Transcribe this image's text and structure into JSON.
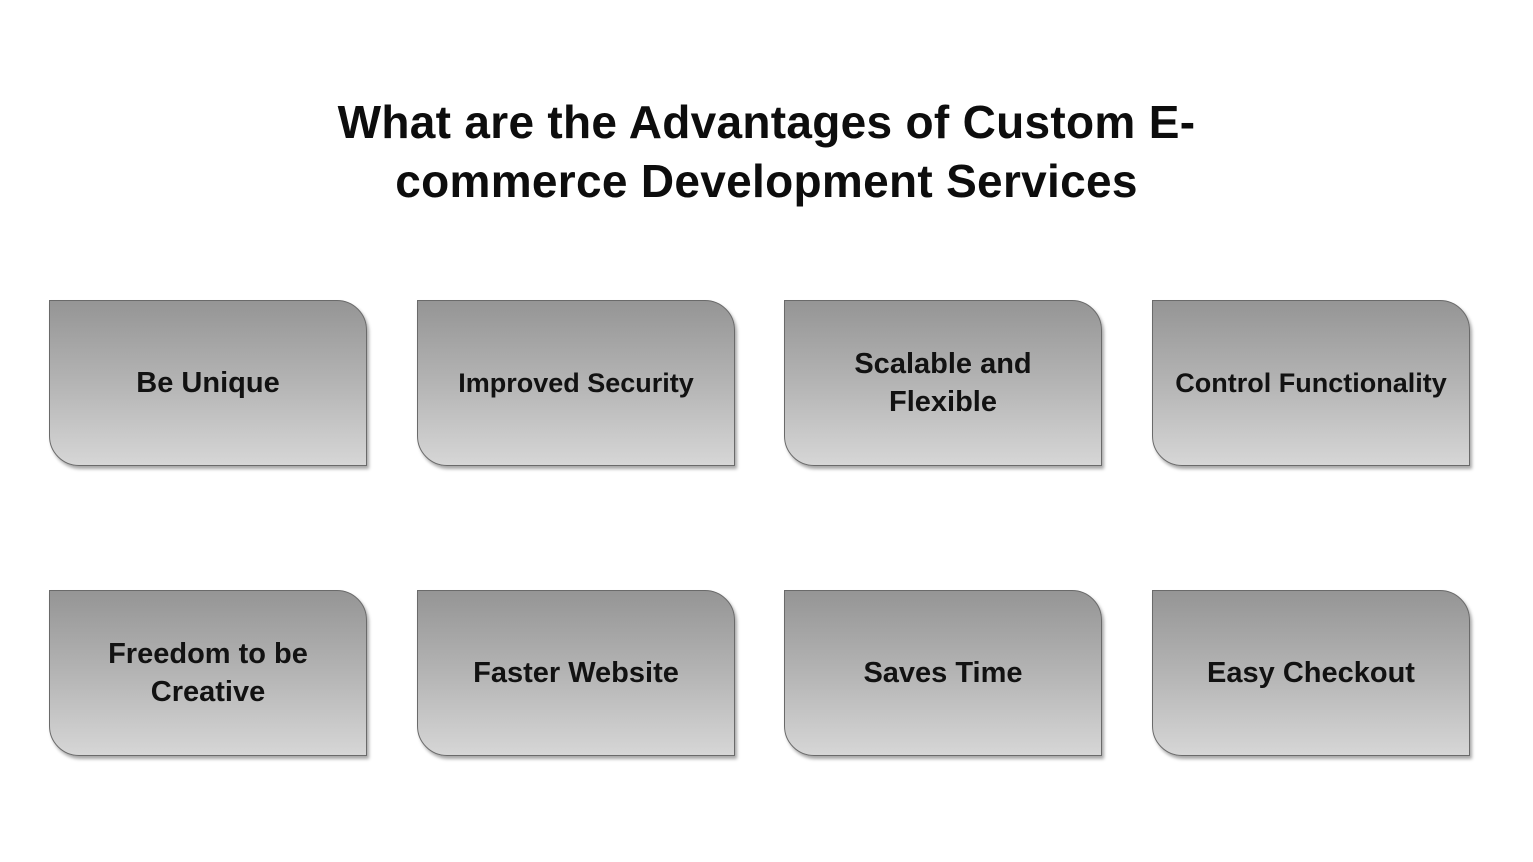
{
  "title": {
    "line1": "What are the Advantages of Custom E-",
    "line2": "commerce Development Services"
  },
  "cards": [
    {
      "label": "Be Unique"
    },
    {
      "label": "Improved Security"
    },
    {
      "label": "Scalable and Flexible"
    },
    {
      "label": "Control Functionality"
    },
    {
      "label": "Freedom to be Creative"
    },
    {
      "label": "Faster Website"
    },
    {
      "label": "Saves Time"
    },
    {
      "label": "Easy Checkout"
    }
  ],
  "colors": {
    "card_gradient_top": "#959595",
    "card_gradient_bottom": "#d6d6d6",
    "card_border": "#6a6a6a",
    "text": "#121212",
    "background": "#ffffff"
  }
}
